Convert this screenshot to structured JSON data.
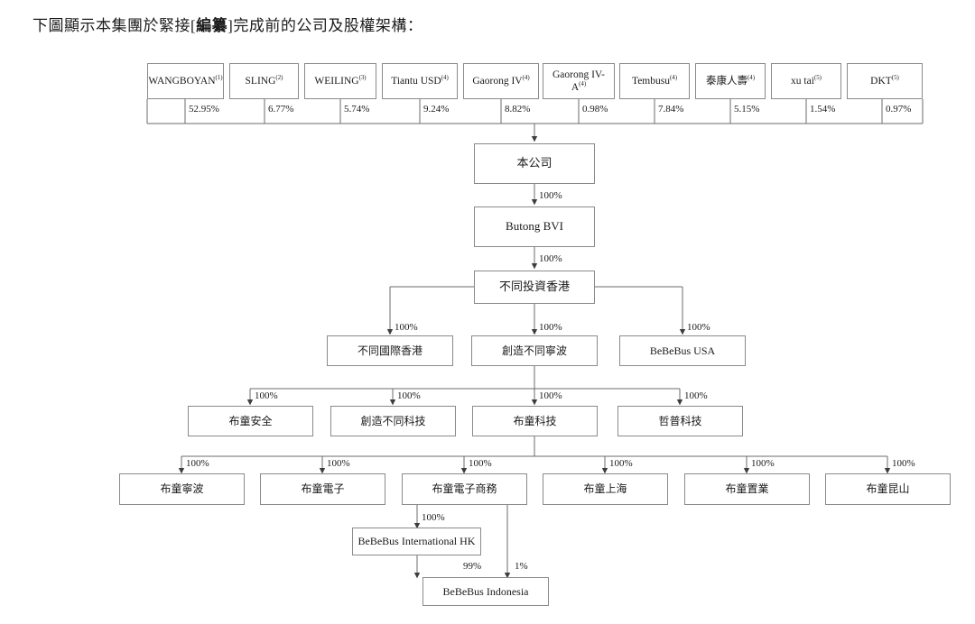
{
  "caption": {
    "prefix": "下圖顯示本集團於緊接[",
    "bold": "編纂",
    "suffix": "]完成前的公司及股權架構："
  },
  "chart_data": {
    "type": "diagram",
    "title": "下圖顯示本集團於緊接[編纂]完成前的公司及股權架構：",
    "diagram_kind": "corporate-shareholding-structure",
    "shareholders": [
      {
        "id": "wangboyan",
        "name": "WANGBOYAN",
        "note": "(1)",
        "percent": "52.95%"
      },
      {
        "id": "sling",
        "name": "SLING",
        "note": "(2)",
        "percent": "6.77%"
      },
      {
        "id": "weiling",
        "name": "WEILING",
        "note": "(3)",
        "percent": "5.74%"
      },
      {
        "id": "tiantu-usd",
        "name": "Tiantu USD",
        "note": "(4)",
        "percent": "9.24%"
      },
      {
        "id": "gaorong-iv",
        "name": "Gaorong IV",
        "note": "(4)",
        "percent": "8.82%"
      },
      {
        "id": "gaorong-iv-a",
        "name": "Gaorong IV-A",
        "note": "(4)",
        "percent": "0.98%"
      },
      {
        "id": "tembusu",
        "name": "Tembusu",
        "note": "(4)",
        "percent": "7.84%"
      },
      {
        "id": "taikang-life",
        "name": "泰康人壽",
        "note": "(4)",
        "percent": "5.15%"
      },
      {
        "id": "xu-tai",
        "name": "xu tai",
        "note": "(5)",
        "percent": "1.54%"
      },
      {
        "id": "dkt",
        "name": "DKT",
        "note": "(5)",
        "percent": "0.97%"
      }
    ],
    "entities": [
      {
        "id": "company",
        "name": "本公司",
        "level": 1
      },
      {
        "id": "butong-bvi",
        "name": "Butong BVI",
        "level": 2
      },
      {
        "id": "butong-hk",
        "name": "不同投資香港",
        "level": 3
      },
      {
        "id": "butong-intl-hk",
        "name": "不同國際香港",
        "level": 4
      },
      {
        "id": "chuangzao-ningbo",
        "name": "創造不同寧波",
        "level": 4
      },
      {
        "id": "bebebus-usa",
        "name": "BeBeBus USA",
        "level": 4
      },
      {
        "id": "butong-safety",
        "name": "布童安全",
        "level": 5
      },
      {
        "id": "chuangzao-tech",
        "name": "創造不同科技",
        "level": 5
      },
      {
        "id": "butong-tech",
        "name": "布童科技",
        "level": 5
      },
      {
        "id": "zhepu-tech",
        "name": "哲普科技",
        "level": 5
      },
      {
        "id": "butong-ningbo",
        "name": "布童寧波",
        "level": 6
      },
      {
        "id": "butong-electronics",
        "name": "布童電子",
        "level": 6
      },
      {
        "id": "butong-ecommerce",
        "name": "布童電子商務",
        "level": 6
      },
      {
        "id": "butong-shanghai",
        "name": "布童上海",
        "level": 6
      },
      {
        "id": "butong-realestate",
        "name": "布童置業",
        "level": 6
      },
      {
        "id": "butong-kunshan",
        "name": "布童昆山",
        "level": 6
      },
      {
        "id": "bebebus-intl-hk",
        "name": "BeBeBus International HK",
        "level": 7
      },
      {
        "id": "bebebus-indonesia",
        "name": "BeBeBus Indonesia",
        "level": 8
      }
    ],
    "edges": [
      {
        "from": "wangboyan",
        "to": "company",
        "label": "52.95%"
      },
      {
        "from": "sling",
        "to": "company",
        "label": "6.77%"
      },
      {
        "from": "weiling",
        "to": "company",
        "label": "5.74%"
      },
      {
        "from": "tiantu-usd",
        "to": "company",
        "label": "9.24%"
      },
      {
        "from": "gaorong-iv",
        "to": "company",
        "label": "8.82%"
      },
      {
        "from": "gaorong-iv-a",
        "to": "company",
        "label": "0.98%"
      },
      {
        "from": "tembusu",
        "to": "company",
        "label": "7.84%"
      },
      {
        "from": "taikang-life",
        "to": "company",
        "label": "5.15%"
      },
      {
        "from": "xu-tai",
        "to": "company",
        "label": "1.54%"
      },
      {
        "from": "dkt",
        "to": "company",
        "label": "0.97%"
      },
      {
        "from": "company",
        "to": "butong-bvi",
        "label": "100%"
      },
      {
        "from": "butong-bvi",
        "to": "butong-hk",
        "label": "100%"
      },
      {
        "from": "butong-hk",
        "to": "butong-intl-hk",
        "label": "100%"
      },
      {
        "from": "butong-hk",
        "to": "chuangzao-ningbo",
        "label": "100%"
      },
      {
        "from": "butong-hk",
        "to": "bebebus-usa",
        "label": "100%"
      },
      {
        "from": "chuangzao-ningbo",
        "to": "butong-safety",
        "label": "100%"
      },
      {
        "from": "chuangzao-ningbo",
        "to": "chuangzao-tech",
        "label": "100%"
      },
      {
        "from": "chuangzao-ningbo",
        "to": "butong-tech",
        "label": "100%"
      },
      {
        "from": "chuangzao-ningbo",
        "to": "zhepu-tech",
        "label": "100%"
      },
      {
        "from": "butong-tech",
        "to": "butong-ningbo",
        "label": "100%"
      },
      {
        "from": "butong-tech",
        "to": "butong-electronics",
        "label": "100%"
      },
      {
        "from": "butong-tech",
        "to": "butong-ecommerce",
        "label": "100%"
      },
      {
        "from": "butong-tech",
        "to": "butong-shanghai",
        "label": "100%"
      },
      {
        "from": "butong-tech",
        "to": "butong-realestate",
        "label": "100%"
      },
      {
        "from": "butong-tech",
        "to": "butong-kunshan",
        "label": "100%"
      },
      {
        "from": "butong-ecommerce",
        "to": "bebebus-intl-hk",
        "label": "100%"
      },
      {
        "from": "bebebus-intl-hk",
        "to": "bebebus-indonesia",
        "label": "99%"
      },
      {
        "from": "butong-ecommerce",
        "to": "bebebus-indonesia",
        "label": "1%"
      }
    ]
  },
  "edge_labels": {
    "company_to_bvi": "100%",
    "bvi_to_hk": "100%",
    "hk_to_intl": "100%",
    "hk_to_ningbo": "100%",
    "hk_to_usa": "100%",
    "ningbo_to_safety": "100%",
    "ningbo_to_chuangzao_tech": "100%",
    "ningbo_to_butong_tech": "100%",
    "ningbo_to_zhepu": "100%",
    "tech_to_ningbo6": "100%",
    "tech_to_electronics": "100%",
    "tech_to_ecommerce": "100%",
    "tech_to_shanghai": "100%",
    "tech_to_realestate": "100%",
    "tech_to_kunshan": "100%",
    "ecom_to_intlhk": "100%",
    "intlhk_to_indonesia": "99%",
    "ecom_to_indonesia": "1%"
  },
  "colors": {
    "box_border": "#8a8a8a",
    "wire": "#4a4a4a",
    "text": "#1a1a1a",
    "background": "#ffffff"
  }
}
